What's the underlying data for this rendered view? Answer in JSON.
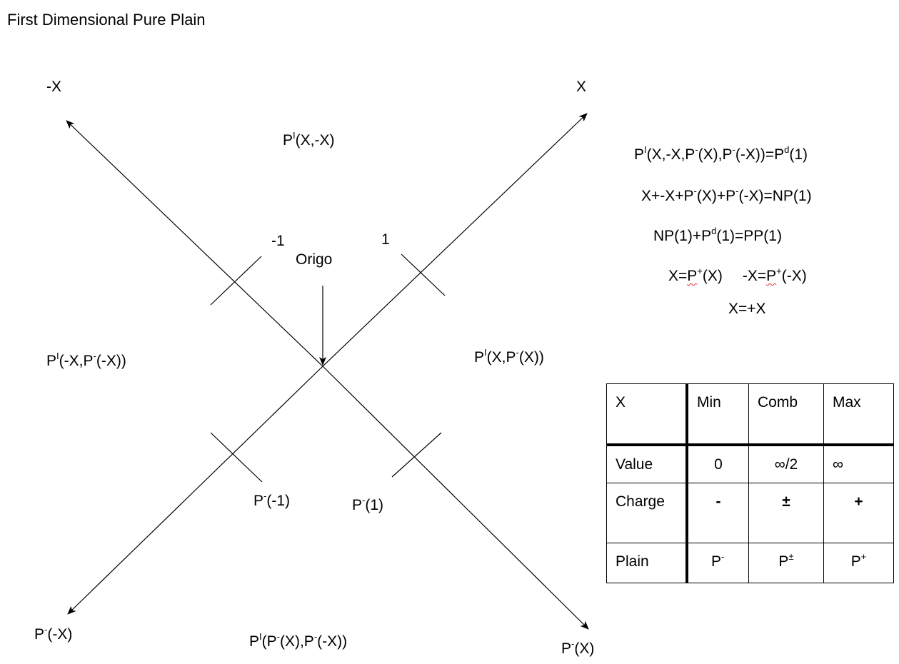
{
  "title": "First Dimensional Pure Plain",
  "axes": {
    "pos_x": "X",
    "neg_x": "-X",
    "p_neg_x": {
      "p": "P",
      "sup": "-",
      "rest": "(X)"
    },
    "p_neg_neg_x": {
      "p": "P",
      "sup": "-",
      "rest": "(-X)"
    }
  },
  "ticks": {
    "neg_one": "-1",
    "one": "1",
    "p_neg_one": {
      "p": "P",
      "sup": "-",
      "rest": "(-1)"
    },
    "p_one": {
      "p": "P",
      "sup": "-",
      "rest": "(1)"
    }
  },
  "origin_label": "Origo",
  "quadrants": {
    "top": {
      "a": "P",
      "sup": "I",
      "b": "(X,-X)"
    },
    "left": {
      "a": "P",
      "sup": "I",
      "b": "(-X,P",
      "sup2": "-",
      "c": "(-X))"
    },
    "right": {
      "a": "P",
      "sup": "I",
      "b": "(X,P",
      "sup2": "-",
      "c": "(X))"
    },
    "bottom": {
      "a": "P",
      "sup": "I",
      "b": "(P",
      "sup2": "-",
      "c": "(X),P",
      "sup3": "-",
      "d": "(-X))"
    }
  },
  "equations": {
    "eq1": {
      "a": "P",
      "s1": "I",
      "b": "(X,-X,P",
      "s2": "-",
      "c": "(X),P",
      "s3": "-",
      "d": "(-X))=P",
      "s4": "d",
      "e": "(1)"
    },
    "eq2": {
      "a": "X+-X+P",
      "s1": "-",
      "b": "(X)+P",
      "s2": "-",
      "c": "(-X)=NP(1)"
    },
    "eq3": {
      "a": "NP(1)+P",
      "s1": "d",
      "b": "(1)=PP(1)"
    },
    "eq4": {
      "a": "X=",
      "p1": "P",
      "s1": "+",
      "b": "(X)",
      "c": "-X=",
      "p2": "P",
      "s2": "+",
      "d": "(-X)"
    },
    "eq5": "X=+X"
  },
  "table": {
    "headers": [
      "X",
      "Min",
      "Comb",
      "Max"
    ],
    "rows": [
      {
        "label": "Value",
        "cells": [
          "0",
          "∞/2",
          "∞"
        ]
      },
      {
        "label": "Charge",
        "cells": [
          "-",
          "±",
          "+"
        ]
      },
      {
        "label": "Plain",
        "cells": [
          {
            "p": "P",
            "sup": "-"
          },
          {
            "p": "P",
            "sup": "±"
          },
          {
            "p": "P",
            "sup": "+"
          }
        ]
      }
    ]
  }
}
